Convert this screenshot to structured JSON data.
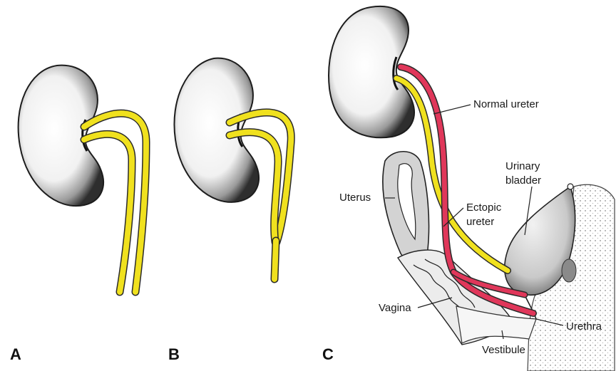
{
  "panels": {
    "a": "A",
    "b": "B",
    "c": "C"
  },
  "labels": {
    "normal_ureter": "Normal ureter",
    "urinary_bladder_line1": "Urinary",
    "urinary_bladder_line2": "bladder",
    "uterus": "Uterus",
    "ectopic_ureter_line1": "Ectopic",
    "ectopic_ureter_line2": "ureter",
    "vagina": "Vagina",
    "urethra": "Urethra",
    "vestibule": "Vestibule"
  },
  "colors": {
    "ureter_yellow": "#f0e11e",
    "ectopic_red": "#e0375a",
    "kidney_fill": "#f2f2f2",
    "organ_gray": "#d6d6d6"
  }
}
